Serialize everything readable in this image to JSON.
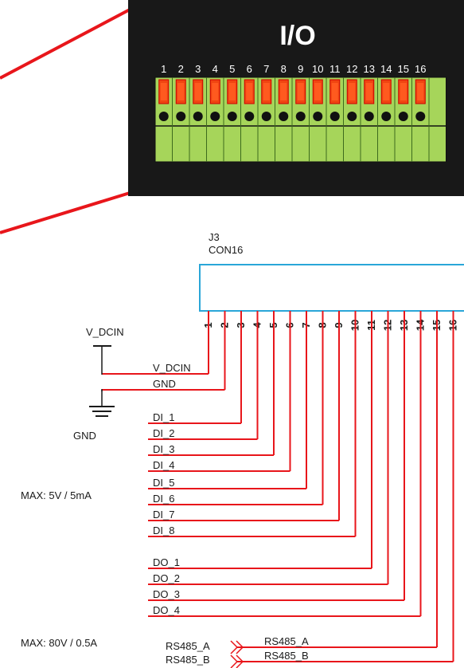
{
  "io_panel": {
    "title": "I/O",
    "pin_numbers": [
      "1",
      "2",
      "3",
      "4",
      "5",
      "6",
      "7",
      "8",
      "9",
      "10",
      "11",
      "12",
      "13",
      "14",
      "15",
      "16"
    ]
  },
  "connector": {
    "ref": "J3",
    "part": "CON16",
    "pin_labels": [
      "1",
      "2",
      "3",
      "4",
      "5",
      "6",
      "7",
      "8",
      "9",
      "10",
      "11",
      "12",
      "13",
      "14",
      "15",
      "16"
    ]
  },
  "power": {
    "vdcin_symbol": "V_DCIN",
    "gnd_symbol": "GND"
  },
  "nets": [
    {
      "label": "V_DCIN",
      "pin": 1
    },
    {
      "label": "GND",
      "pin": 2
    },
    {
      "label": "DI_1",
      "pin": 3
    },
    {
      "label": "DI_2",
      "pin": 4
    },
    {
      "label": "DI_3",
      "pin": 5
    },
    {
      "label": "DI_4",
      "pin": 6
    },
    {
      "label": "DI_5",
      "pin": 7
    },
    {
      "label": "DI_6",
      "pin": 8
    },
    {
      "label": "DI_7",
      "pin": 9
    },
    {
      "label": "DI_8",
      "pin": 10
    },
    {
      "label": "DO_1",
      "pin": 11
    },
    {
      "label": "DO_2",
      "pin": 12
    },
    {
      "label": "DO_3",
      "pin": 13
    },
    {
      "label": "DO_4",
      "pin": 14
    },
    {
      "label": "RS485_A",
      "pin": 15
    },
    {
      "label": "RS485_B",
      "pin": 16
    }
  ],
  "offpage_ports": [
    "RS485_A",
    "RS485_B"
  ],
  "notes": {
    "di_max": "MAX: 5V / 5mA",
    "do_max": "MAX: 80V / 0.5A"
  },
  "colors": {
    "wire": "#e8161b",
    "connector_outline": "#2aa6d8",
    "terminal_green": "#a6d55a",
    "panel_bg": "#181818"
  }
}
